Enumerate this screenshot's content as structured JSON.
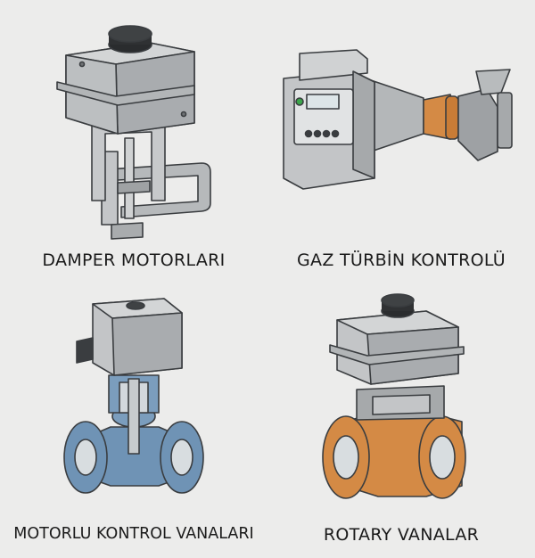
{
  "products": [
    {
      "label": "DAMPER MOTORLARI",
      "icon": "damper-actuator-icon"
    },
    {
      "label": "GAZ TÜRBİN KONTROLÜ",
      "icon": "gas-turbine-control-icon"
    },
    {
      "label": "MOTORLU KONTROL VANALARI",
      "icon": "motorized-control-valve-icon"
    },
    {
      "label": "ROTARY VANALAR",
      "icon": "rotary-valve-icon"
    }
  ],
  "colors": {
    "background": "#ececeb",
    "actuator_gray": "#b9bcbd",
    "valve_blue": "#6f93b5",
    "valve_orange": "#d48a45"
  }
}
